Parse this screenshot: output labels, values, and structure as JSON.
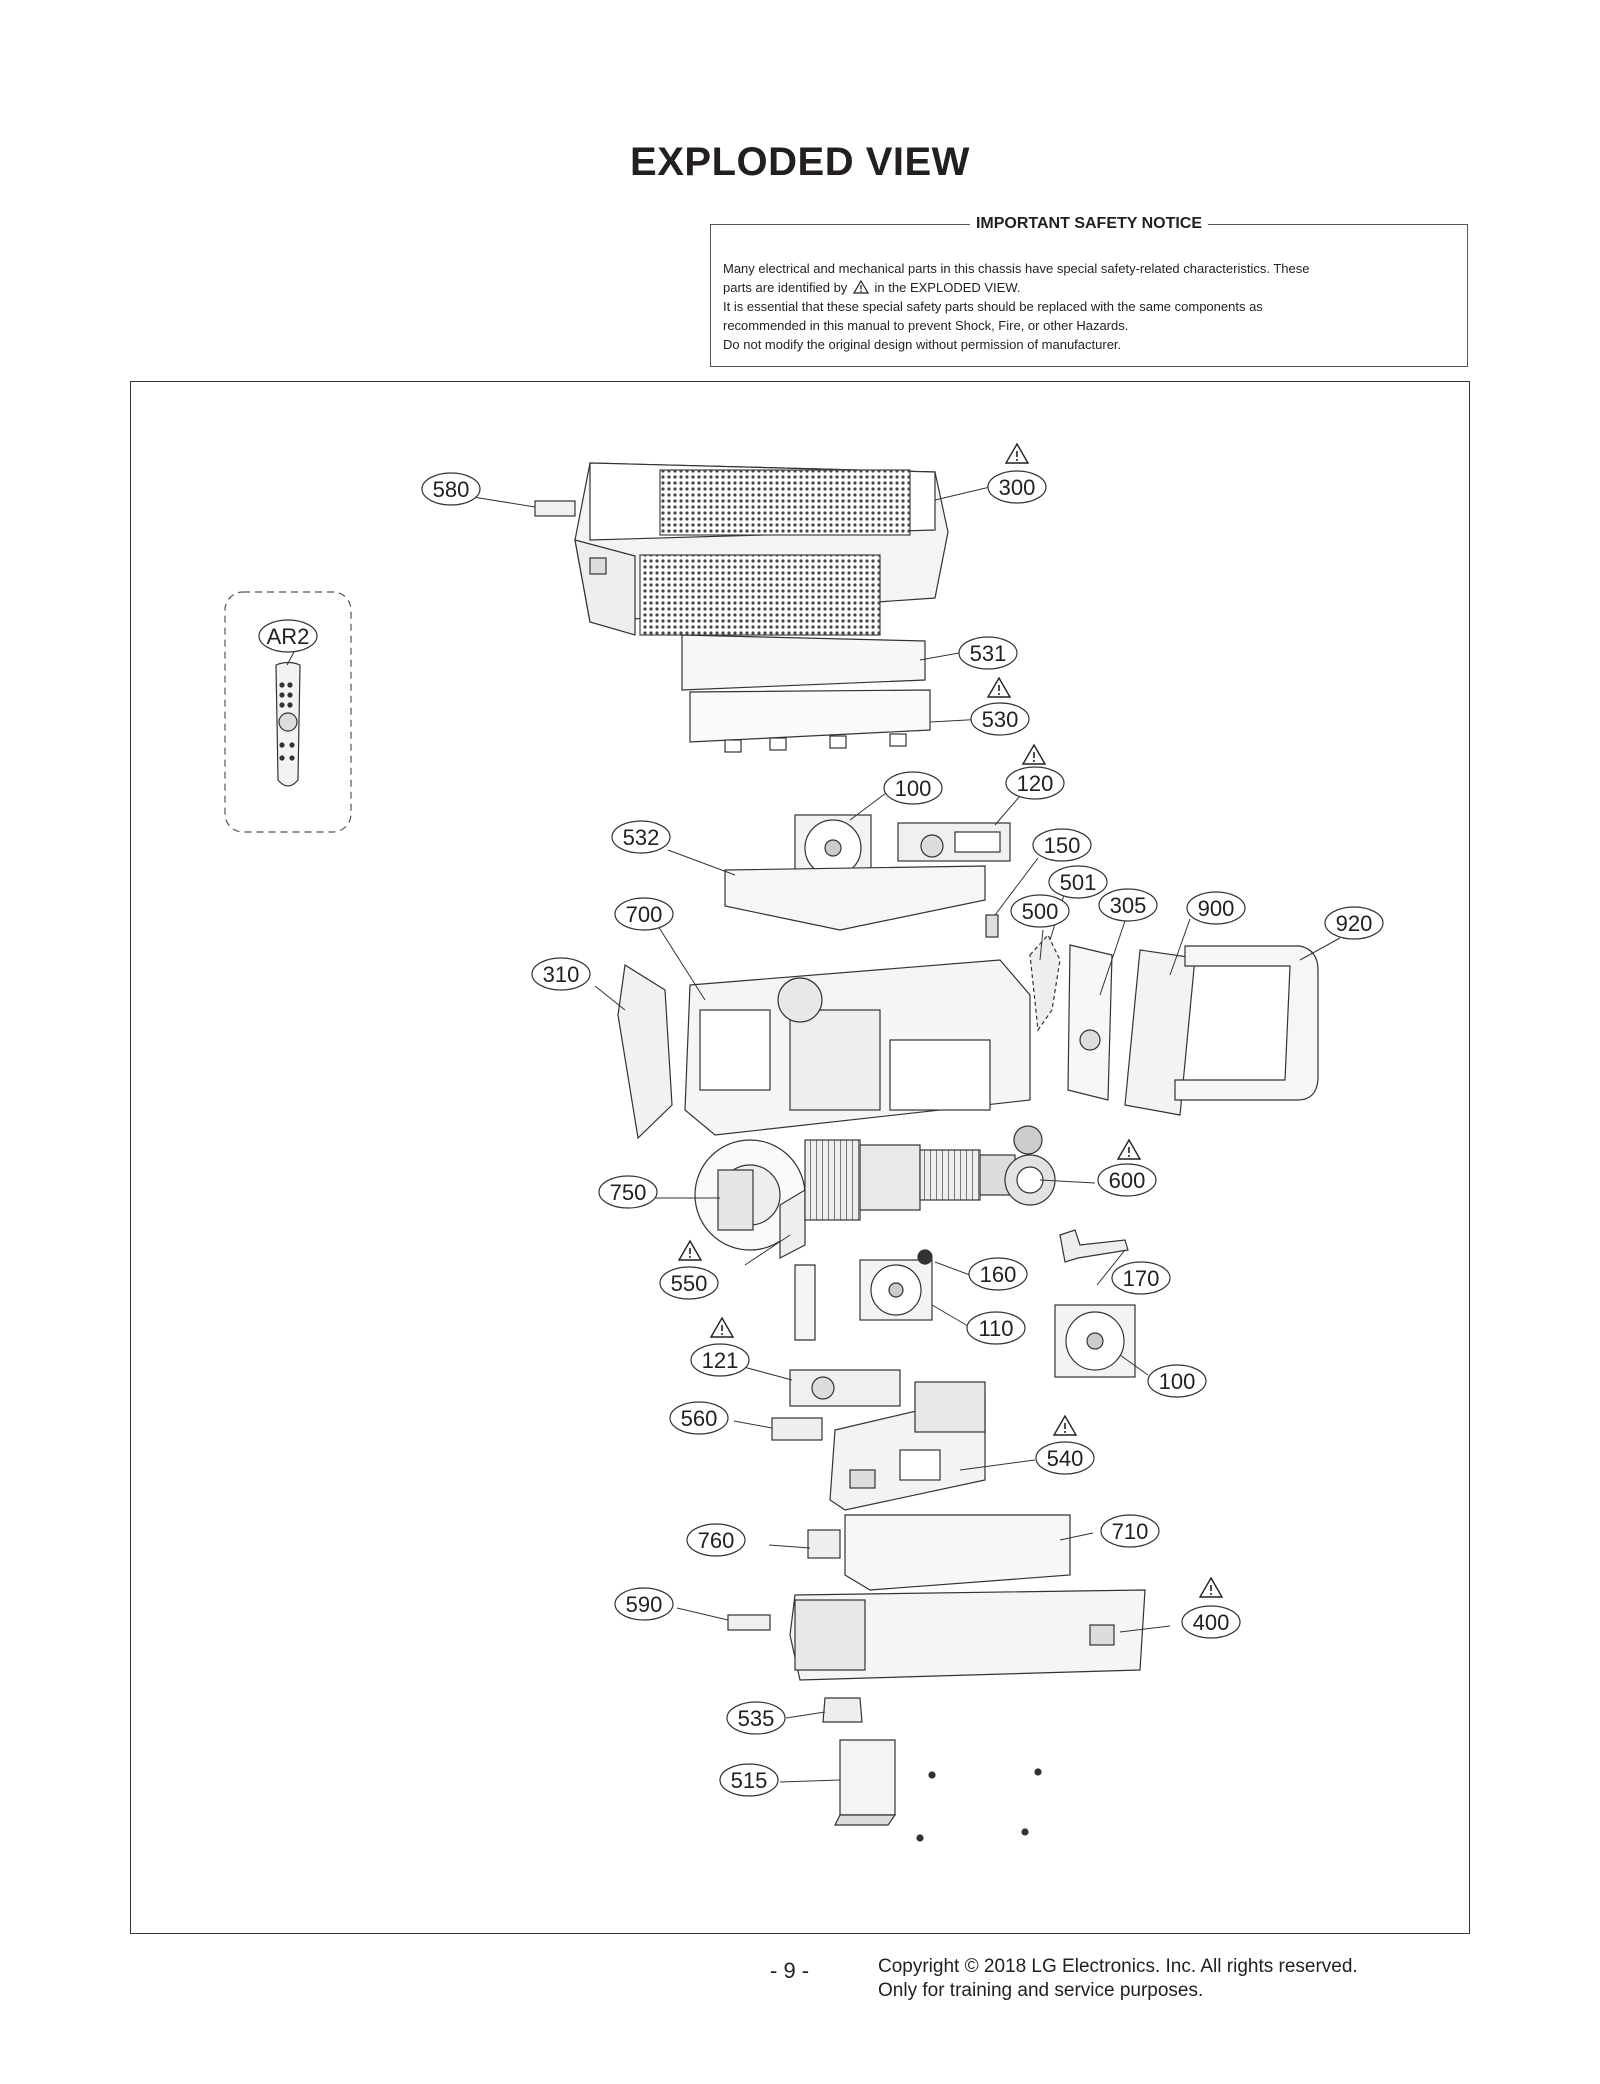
{
  "page": {
    "title": "EXPLODED VIEW",
    "page_number": "- 9 -",
    "copyright_line1": "Copyright  © 2018 LG Electronics. Inc. All rights reserved.",
    "copyright_line2": "Only for training and service purposes."
  },
  "notice": {
    "title": "IMPORTANT SAFETY NOTICE",
    "line1": "Many electrical and mechanical parts in this chassis have special safety-related characteristics. These",
    "line2a": "parts are identified by",
    "line2b": "in the EXPLODED VIEW.",
    "line3": "It is essential that these special safety parts should be replaced with the same components as",
    "line4": "recommended in this manual to prevent Shock, Fire, or other Hazards.",
    "line5": "Do not modify the original design without permission of manufacturer."
  },
  "parts": {
    "p580": "580",
    "p300": "300",
    "pAR2": "AR2",
    "p531": "531",
    "p530": "530",
    "p100a": "100",
    "p120": "120",
    "p532": "532",
    "p150": "150",
    "p501": "501",
    "p700": "700",
    "p500": "500",
    "p305": "305",
    "p900": "900",
    "p920": "920",
    "p310": "310",
    "p750": "750",
    "p600": "600",
    "p550": "550",
    "p160": "160",
    "p170": "170",
    "p110": "110",
    "p121": "121",
    "p100b": "100",
    "p560": "560",
    "p540": "540",
    "p760": "760",
    "p710": "710",
    "p590": "590",
    "p400": "400",
    "p535": "535",
    "p515": "515"
  }
}
